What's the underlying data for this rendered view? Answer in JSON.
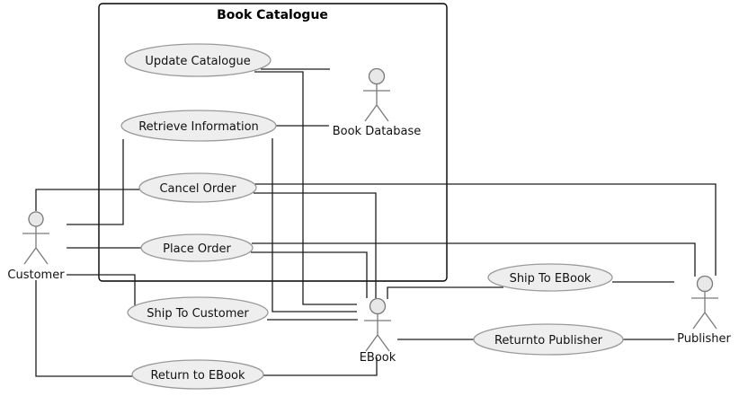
{
  "diagram": {
    "title": "Book Catalogue"
  },
  "actors": {
    "customer": {
      "label": "Customer"
    },
    "book_database": {
      "label": "Book Database"
    },
    "ebook": {
      "label": "EBook"
    },
    "publisher": {
      "label": "Publisher"
    }
  },
  "use_cases": {
    "update_catalogue": {
      "label": "Update Catalogue"
    },
    "retrieve_information": {
      "label": "Retrieve Information"
    },
    "cancel_order": {
      "label": "Cancel Order"
    },
    "place_order": {
      "label": "Place Order"
    },
    "ship_to_customer": {
      "label": "Ship To Customer"
    },
    "return_to_ebook": {
      "label": "Return to EBook"
    },
    "ship_to_ebook": {
      "label": "Ship To EBook"
    },
    "returnto_publisher": {
      "label": "Returnto Publisher"
    }
  },
  "associations": [
    {
      "from": "Customer",
      "to": "Cancel Order"
    },
    {
      "from": "Customer",
      "to": "Retrieve Information"
    },
    {
      "from": "Customer",
      "to": "Place Order"
    },
    {
      "from": "Customer",
      "to": "Ship To Customer"
    },
    {
      "from": "Customer",
      "to": "Return to EBook"
    },
    {
      "from": "Book Database",
      "to": "Update Catalogue"
    },
    {
      "from": "Book Database",
      "to": "Retrieve Information"
    },
    {
      "from": "EBook",
      "to": "Update Catalogue"
    },
    {
      "from": "EBook",
      "to": "Retrieve Information"
    },
    {
      "from": "EBook",
      "to": "Cancel Order"
    },
    {
      "from": "EBook",
      "to": "Place Order"
    },
    {
      "from": "EBook",
      "to": "Ship To Customer"
    },
    {
      "from": "EBook",
      "to": "Return to EBook"
    },
    {
      "from": "EBook",
      "to": "Ship To EBook"
    },
    {
      "from": "EBook",
      "to": "Returnto Publisher"
    },
    {
      "from": "Publisher",
      "to": "Cancel Order"
    },
    {
      "from": "Publisher",
      "to": "Place Order"
    },
    {
      "from": "Publisher",
      "to": "Ship To EBook"
    },
    {
      "from": "Publisher",
      "to": "Returnto Publisher"
    }
  ],
  "colors": {
    "background": "#ffffff",
    "ellipse_fill": "#eeeeee",
    "ellipse_stroke": "#9a9a9a",
    "actor_fill": "#e8e8e8",
    "actor_stroke": "#7a7a7a",
    "association_line": "#1c1c1c",
    "boundary": "#000000",
    "text": "#111111"
  }
}
